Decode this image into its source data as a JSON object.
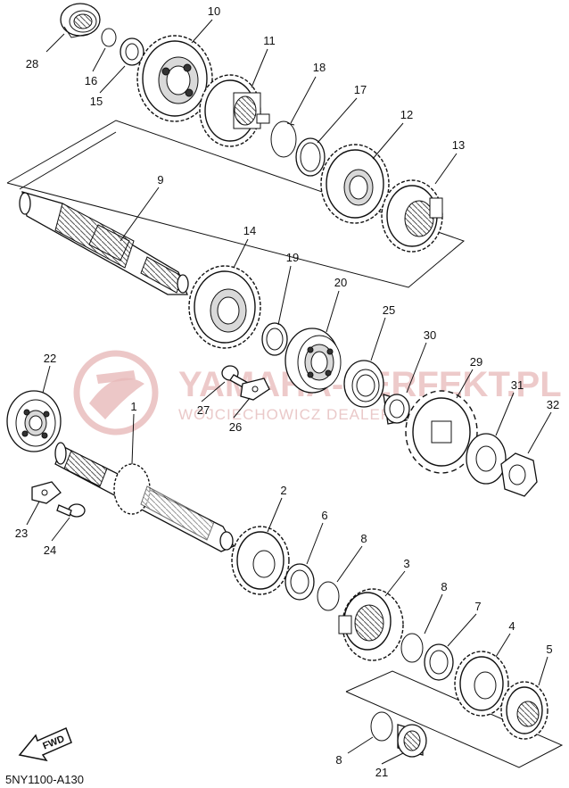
{
  "diagram": {
    "part_code": "5NY1100-A130",
    "fwd_label": "FWD",
    "watermark_main": "YAMAHA-PERFEKT.PL",
    "watermark_sub": "WOJCIECHOWICZ  DEALER  YAMAHA",
    "callouts": [
      "1",
      "2",
      "3",
      "4",
      "5",
      "6",
      "7",
      "8",
      "9",
      "10",
      "11",
      "12",
      "13",
      "14",
      "15",
      "16",
      "17",
      "18",
      "19",
      "20",
      "21",
      "22",
      "23",
      "24",
      "25",
      "26",
      "27",
      "28",
      "29",
      "30",
      "31",
      "32"
    ]
  },
  "colors": {
    "line": "#111111",
    "watermark": "#e7b9b9"
  }
}
